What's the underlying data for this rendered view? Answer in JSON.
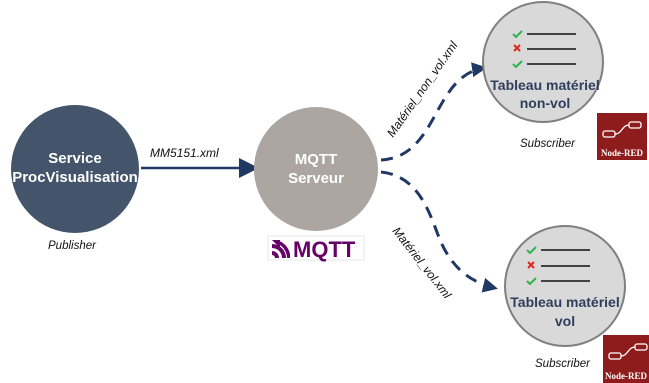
{
  "publisher": {
    "line1": "Service",
    "line2": "ProcVisualisation",
    "role": "Publisher"
  },
  "broker": {
    "line1": "MQTT",
    "line2": "Serveur",
    "logo_text": "MQTT"
  },
  "subscriber_top": {
    "line1": "Tableau matériel",
    "line2": "non-vol",
    "role": "Subscriber",
    "logo_text": "Node-RED"
  },
  "subscriber_bottom": {
    "line1": "Tableau matériel",
    "line2": "vol",
    "role": "Subscriber",
    "logo_text": "Node-RED"
  },
  "edges": {
    "publish": "MM5151.xml",
    "to_top": "Matériel_non_vol.xml",
    "to_bottom": "Matériel_vol.xml"
  },
  "colors": {
    "publisher_fill": "#44546a",
    "broker_fill": "#aca6a3",
    "subscriber_fill": "#d9d9d9",
    "arrow": "#1f3864",
    "check": "#2db34a",
    "cross": "#e0261f",
    "nodered": "#8f1c1c",
    "mqtt_purple": "#660066"
  }
}
